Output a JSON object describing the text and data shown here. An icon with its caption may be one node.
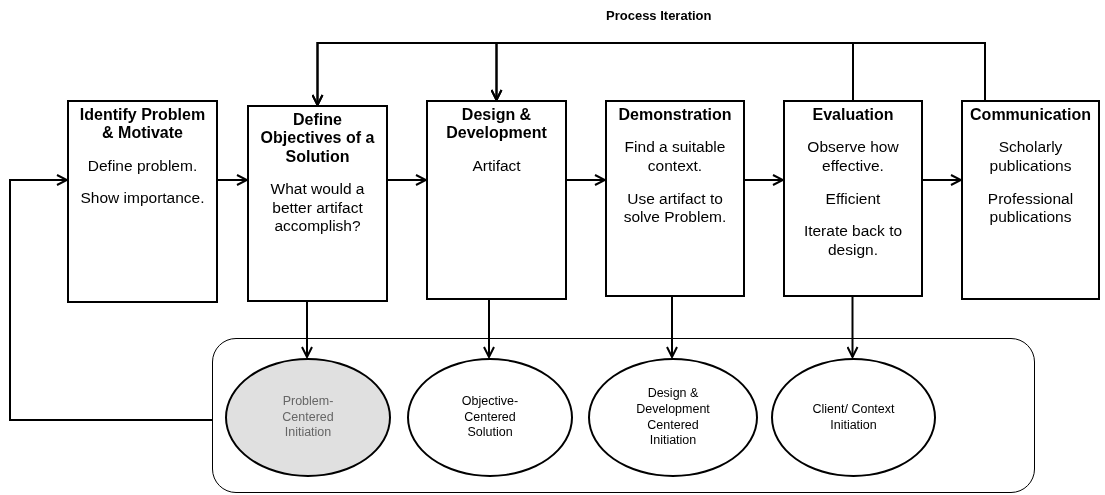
{
  "diagram": {
    "nodes": [
      {
        "text": [
          "Identify Problem & Motivate",
          "Define problem.",
          "Show importance."
        ]
      },
      {
        "text": [
          "Define Objectives of a Solution",
          "What would a better artifact accomplish?"
        ]
      },
      {
        "text": [
          "Design & Development",
          "Artifact"
        ]
      },
      {
        "text": [
          "Demonstration",
          "Find a suitable context.",
          "Use artifact to solve Problem."
        ]
      },
      {
        "text": [
          "Evaluation",
          "Observe how effective.",
          "Efficient",
          "Iterate back to design."
        ]
      },
      {
        "text": [
          "Communication",
          "Scholarly publications",
          "Professional publications"
        ]
      },
      {
        "text": [],
        "shape": "box"
      },
      {
        "text": [
          "Problem-Centered Initiation"
        ],
        "in": 6
      },
      {
        "text": [
          "Objective-Centered Solution"
        ],
        "in": 6
      },
      {
        "text": [
          "Design & Development Centered Initiation"
        ],
        "in": 6
      },
      {
        "text": [
          "Client/ Context Initiation"
        ],
        "in": 6
      }
    ],
    "edges": [
      {
        "from": 0,
        "to": 1,
        "arrow": "to"
      },
      {
        "from": 1,
        "to": 2,
        "arrow": "to"
      },
      {
        "from": 2,
        "to": 3,
        "arrow": "to"
      },
      {
        "from": 3,
        "to": 4,
        "arrow": "to"
      },
      {
        "from": 4,
        "to": 5,
        "arrow": "to"
      },
      {
        "from": 1,
        "to": 7,
        "arrow": "to"
      },
      {
        "from": 2,
        "to": 8,
        "arrow": "to"
      },
      {
        "from": 3,
        "to": 9,
        "arrow": "to"
      },
      {
        "from": 4,
        "to": 10,
        "arrow": "to"
      },
      {
        "from": 6,
        "to": 0,
        "arrow": "to"
      },
      {
        "from": 4,
        "to": 1,
        "arrow": "to"
      },
      {
        "from": 4,
        "to": 2,
        "arrow": "to"
      },
      {
        "from": 5,
        "to": 1,
        "arrow": "to"
      },
      {
        "from": 5,
        "to": 2,
        "arrow": "to"
      }
    ],
    "labels": [
      "Process Iteration"
    ]
  }
}
